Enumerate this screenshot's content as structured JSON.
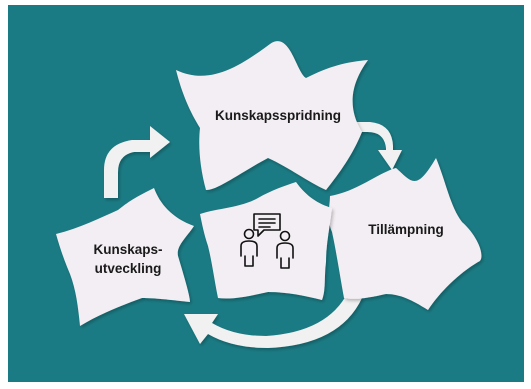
{
  "diagram": {
    "nodes": {
      "spread": {
        "label": "Kunskapsspridning"
      },
      "apply": {
        "label": "Tillämpning"
      },
      "develop": {
        "line1": "Kunskaps-",
        "line2": "utveckling"
      },
      "center": {
        "icon": "two-people-conversation-icon"
      }
    },
    "arrows": [
      {
        "from": "develop",
        "to": "spread"
      },
      {
        "from": "spread",
        "to": "apply"
      },
      {
        "from": "apply",
        "to": "develop"
      }
    ]
  },
  "colors": {
    "background": "#1b7b84",
    "blob_fill": "#f3eef3",
    "arrow_fill": "#f1f1f1",
    "text": "#1a1a1a"
  }
}
